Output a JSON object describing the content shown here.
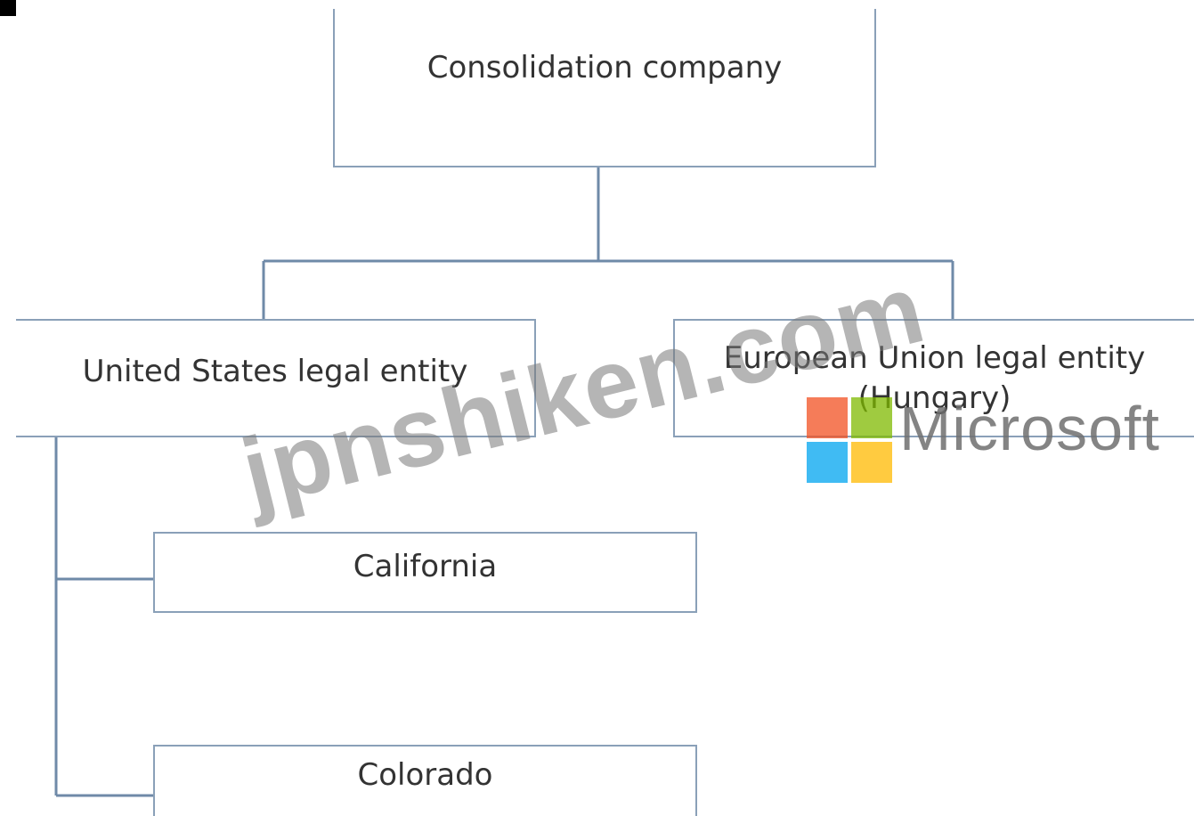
{
  "diagram": {
    "nodes": [
      {
        "id": "consolidation",
        "label": "Consolidation company"
      },
      {
        "id": "us",
        "label": "United States legal entity"
      },
      {
        "id": "eu",
        "label_lines": [
          "European Union legal entity",
          "(Hungary)"
        ]
      },
      {
        "id": "california",
        "label": "California"
      },
      {
        "id": "colorado",
        "label": "Colorado"
      }
    ],
    "edges": [
      {
        "from": "consolidation",
        "to": "us"
      },
      {
        "from": "consolidation",
        "to": "eu"
      },
      {
        "from": "us",
        "to": "california"
      },
      {
        "from": "us",
        "to": "colorado"
      }
    ]
  },
  "watermarks": {
    "site": "jpnshiken.com",
    "logo_text": "Microsoft",
    "logo_colors": [
      "#f25022",
      "#7fba00",
      "#00a4ef",
      "#ffb900"
    ]
  },
  "colors": {
    "box_border": "#8aa0b8",
    "connector": "#6f8aa8",
    "text": "#333333"
  }
}
